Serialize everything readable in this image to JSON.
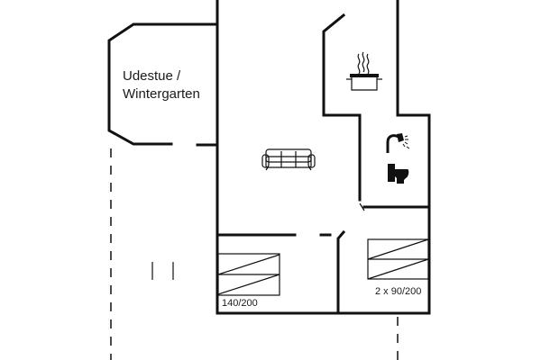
{
  "rooms": {
    "sunroom_line1": "Udestue /",
    "sunroom_line2": "Wintergarten"
  },
  "beds": {
    "double": "140/200",
    "twin": "2 x 90/200"
  },
  "icons": {
    "sofa": "sofa-icon",
    "cooking_pot": "cooking-pot-icon",
    "shower": "shower-icon",
    "toilet": "toilet-icon"
  }
}
